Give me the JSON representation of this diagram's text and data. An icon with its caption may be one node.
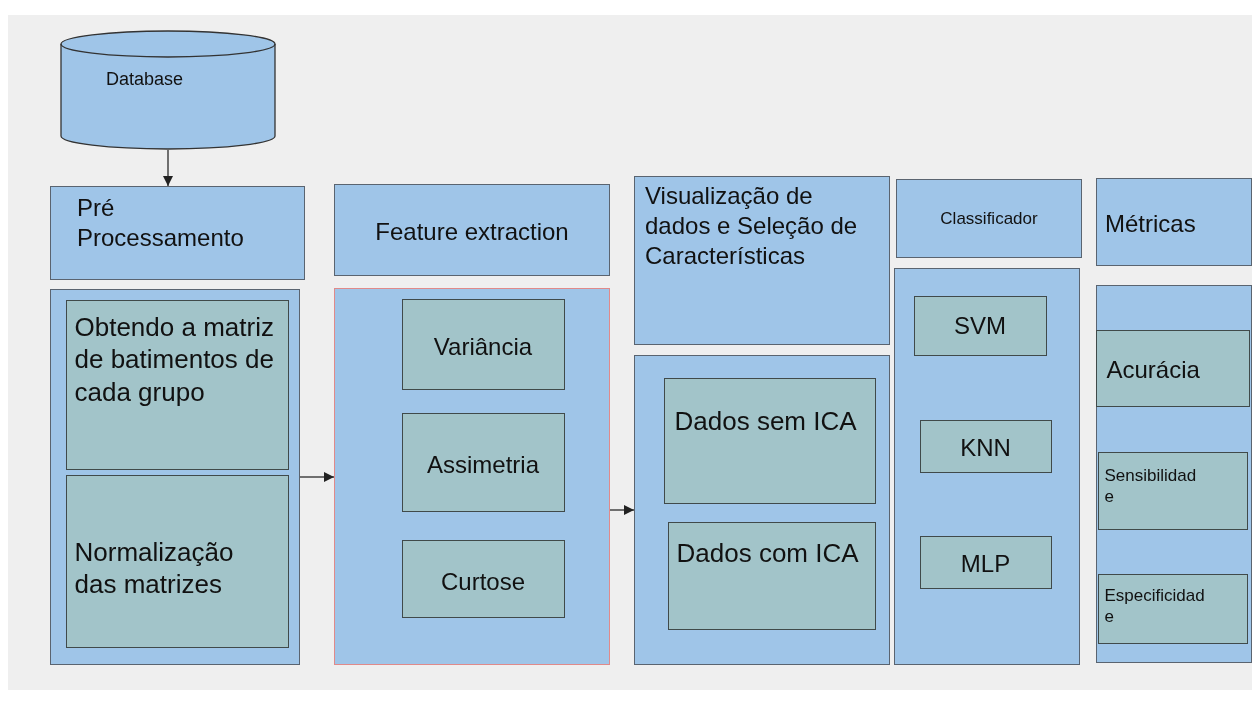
{
  "diagram": {
    "nodes": [
      {
        "text": [
          "Database"
        ]
      },
      {
        "text": [
          "Pré Processamento"
        ]
      },
      {
        "text": [],
        "shape": "box"
      },
      {
        "text": [
          "Obtendo a matriz de batimentos de cada grupo"
        ],
        "in": 2
      },
      {
        "text": [
          "Normalização das matrizes"
        ],
        "in": 2
      },
      {
        "text": [
          "Feature extraction"
        ]
      },
      {
        "text": [],
        "shape": "box"
      },
      {
        "text": [
          "Variância"
        ],
        "in": 6
      },
      {
        "text": [
          "Assimetria"
        ],
        "in": 6
      },
      {
        "text": [
          "Curtose"
        ],
        "in": 6
      },
      {
        "text": [
          "Visualização de dados e Seleção de Características"
        ]
      },
      {
        "text": [],
        "shape": "box"
      },
      {
        "text": [
          "Dados sem ICA"
        ],
        "in": 11
      },
      {
        "text": [
          "Dados com ICA"
        ],
        "in": 11
      },
      {
        "text": [
          "Classificador"
        ]
      },
      {
        "text": [],
        "shape": "box"
      },
      {
        "text": [
          "SVM"
        ],
        "in": 15
      },
      {
        "text": [
          "KNN"
        ],
        "in": 15
      },
      {
        "text": [
          "MLP"
        ],
        "in": 15
      },
      {
        "text": [
          "Métricas"
        ]
      },
      {
        "text": [],
        "shape": "box"
      },
      {
        "text": [
          "Acurácia"
        ],
        "in": 20
      },
      {
        "text": [
          "Sensibilidade"
        ],
        "in": 20
      },
      {
        "text": [
          "Especificidade"
        ],
        "in": 20
      }
    ],
    "edges": [
      {
        "from": 0,
        "to": 1,
        "arrow": "to"
      },
      {
        "from": 2,
        "to": 6,
        "arrow": "to"
      },
      {
        "from": 6,
        "to": 11,
        "arrow": "to"
      }
    ]
  }
}
